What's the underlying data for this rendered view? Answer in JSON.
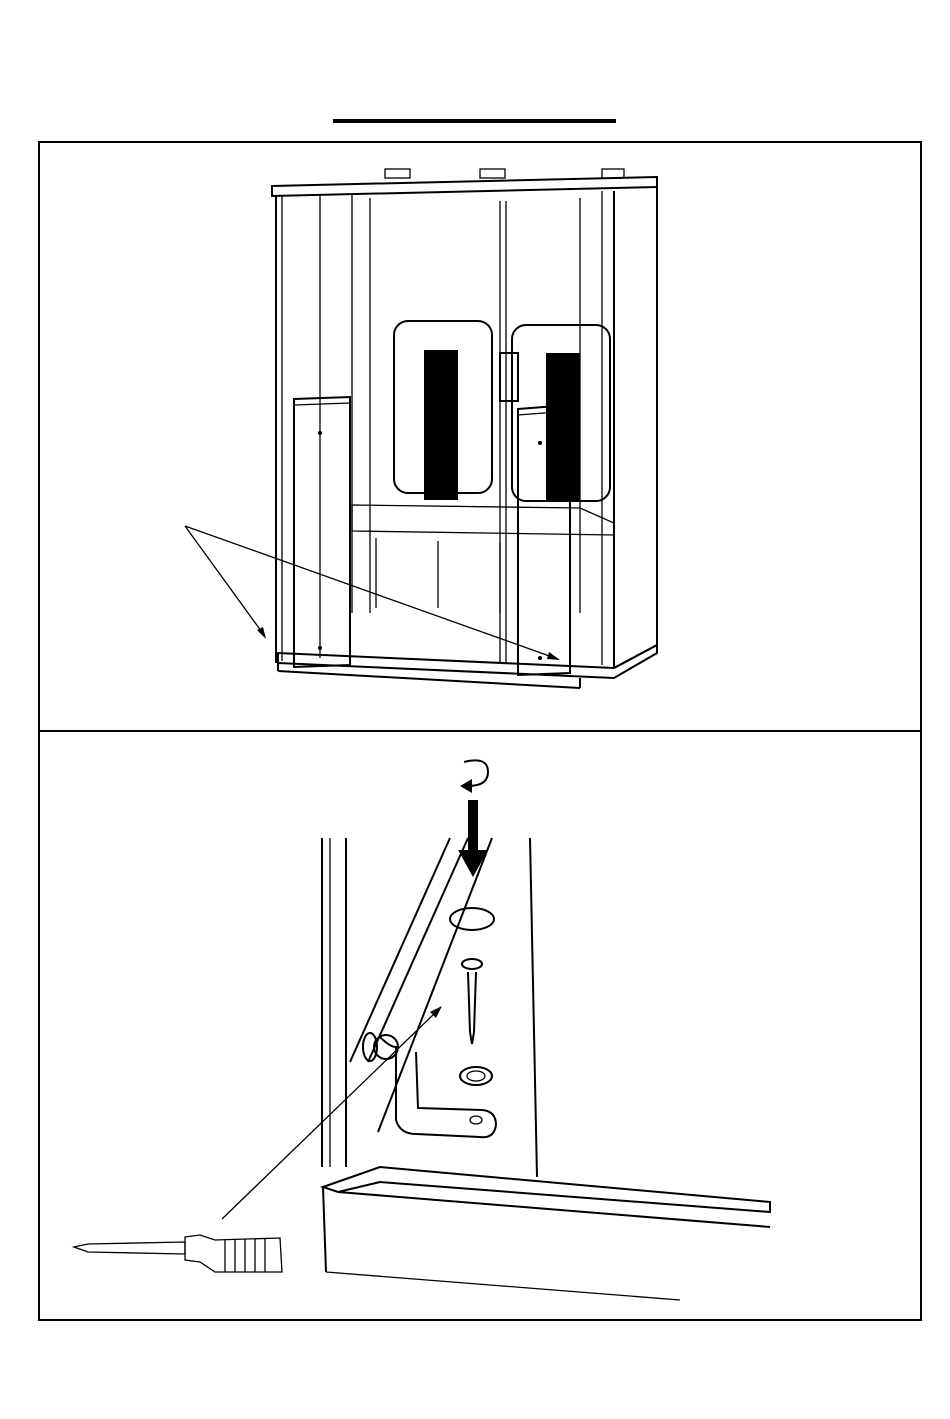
{
  "figures": {
    "top": {
      "icons": [
        "sauna-cabin-illustration",
        "pointer-arrow"
      ],
      "pointer_count": 2
    },
    "bottom": {
      "icons": [
        "corner-bracket-illustration",
        "screw-icon",
        "screwdriver-icon",
        "rotate-arrow-icon",
        "down-arrow-icon"
      ]
    }
  }
}
